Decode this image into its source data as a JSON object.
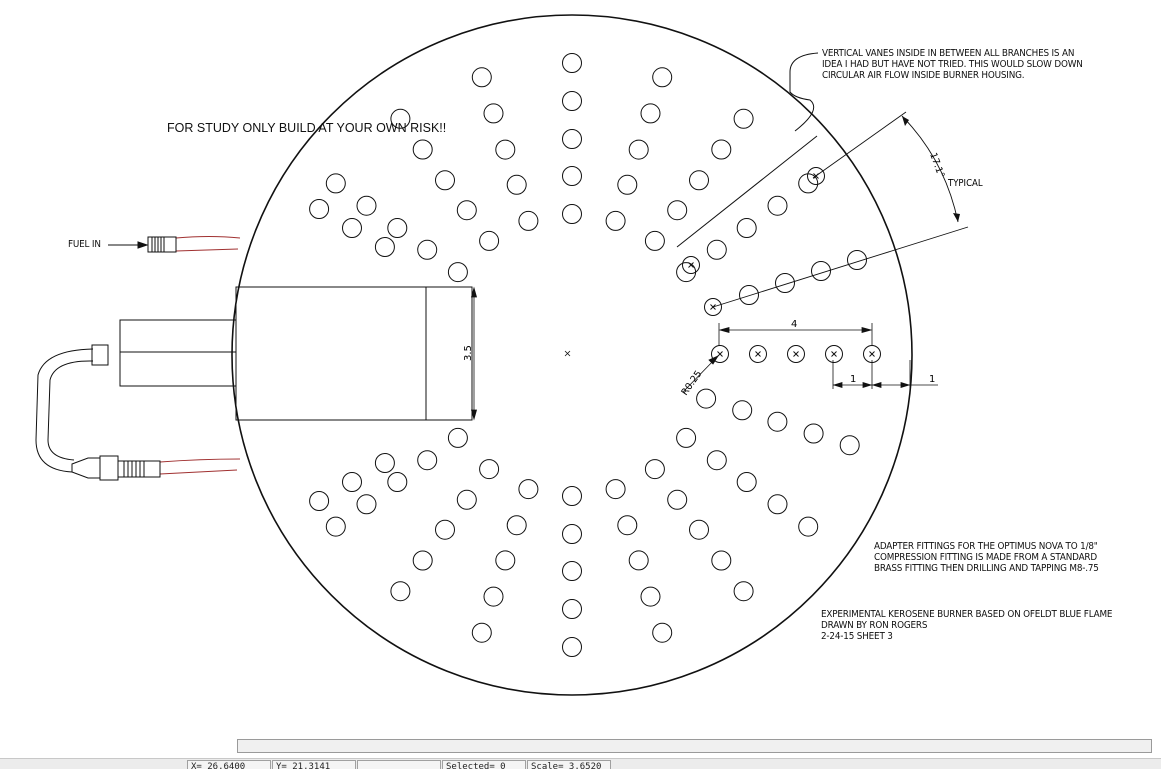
{
  "drawing": {
    "warning": "FOR STUDY ONLY BUILD AT YOUR OWN RISK!!",
    "note_vanes": [
      "VERTICAL VANES INSIDE IN BETWEEN ALL BRANCHES IS AN",
      "IDEA I HAD BUT HAVE NOT TRIED. THIS WOULD SLOW DOWN",
      "CIRCULAR AIR FLOW INSIDE BURNER HOUSING."
    ],
    "note_adapter": [
      "ADAPTER FITTINGS FOR THE OPTIMUS NOVA TO 1/8\"",
      "COMPRESSION FITTING IS MADE FROM A STANDARD",
      "BRASS FITTING THEN DRILLING AND TAPPING M8-.75"
    ],
    "note_title": [
      "EXPERIMENTAL KEROSENE BURNER BASED ON OFELDT BLUE FLAME",
      "DRAWN BY RON ROGERS",
      "2-24-15  SHEET 3"
    ],
    "fuel_in": "FUEL IN",
    "typical": "TYPICAL",
    "dim_angle": "17.1°",
    "dim_4": "4",
    "dim_1a": "1",
    "dim_1b": "1",
    "dim_radius": "R0.25",
    "dim_35": "3.5"
  },
  "status": {
    "x": "X= 26.6400",
    "y": "Y= 21.3141",
    "blank": "",
    "selected": "Selected= 0",
    "scale": "Scale= 3.6520"
  },
  "colors": {
    "line": "#111111",
    "fuel_line": "#a03030",
    "background": "#ffffff"
  }
}
